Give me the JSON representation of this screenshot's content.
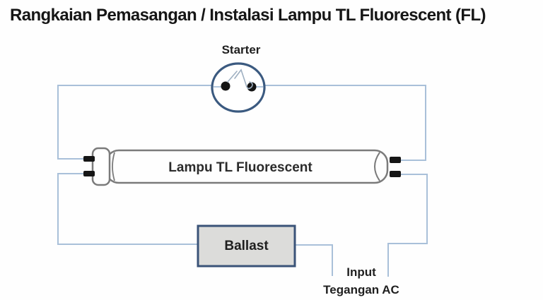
{
  "title": "Rangkaian Pemasangan / Instalasi Lampu TL Fluorescent (FL)",
  "diagram": {
    "starter_label": "Starter",
    "lamp_label": "Lampu TL Fluorescent",
    "ballast_label": "Ballast",
    "input_label_line1": "Input",
    "input_label_line2": "Tegangan AC"
  },
  "colors": {
    "wire": "#a9c0d9",
    "starter_outline": "#3b5a80",
    "starter_contacts": "#141414",
    "bimetal_squiggle": "#9fb0c2",
    "ballast_outline": "#3a5378",
    "ballast_fill": "#dcdcda",
    "tube_outline": "#7b7b7b",
    "tube_fill": "#fefefe",
    "pin": "#161616",
    "text": "#1f1f1f",
    "background": "#fefefe"
  }
}
